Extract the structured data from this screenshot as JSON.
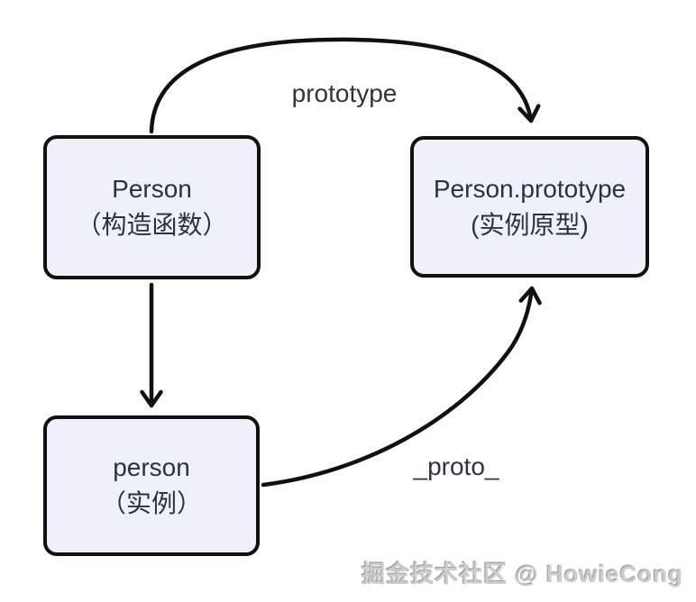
{
  "diagram": {
    "title_hint": "JavaScript prototype relationship diagram",
    "boxes": {
      "constructor_box": {
        "line1": "Person",
        "line2": "（构造函数）"
      },
      "prototype_box": {
        "line1": "Person.prototype",
        "line2": "(实例原型)"
      },
      "instance_box": {
        "line1": "person",
        "line2": "（实例）"
      }
    },
    "edges": [
      {
        "from": "constructor_box",
        "to": "prototype_box",
        "label": "prototype"
      },
      {
        "from": "constructor_box",
        "to": "instance_box",
        "label": ""
      },
      {
        "from": "instance_box",
        "to": "prototype_box",
        "label": "_proto_"
      }
    ],
    "labels": {
      "prototype_arrow": "prototype",
      "proto_arrow": "_proto_"
    },
    "watermark": "掘金技术社区 @ HowieCong",
    "colors": {
      "background": "#ffffff",
      "box_fill": "#eef1f9",
      "box_border": "#111111",
      "arrow": "#111111",
      "text": "#2b3140",
      "watermark": "#cdcdcd"
    }
  }
}
